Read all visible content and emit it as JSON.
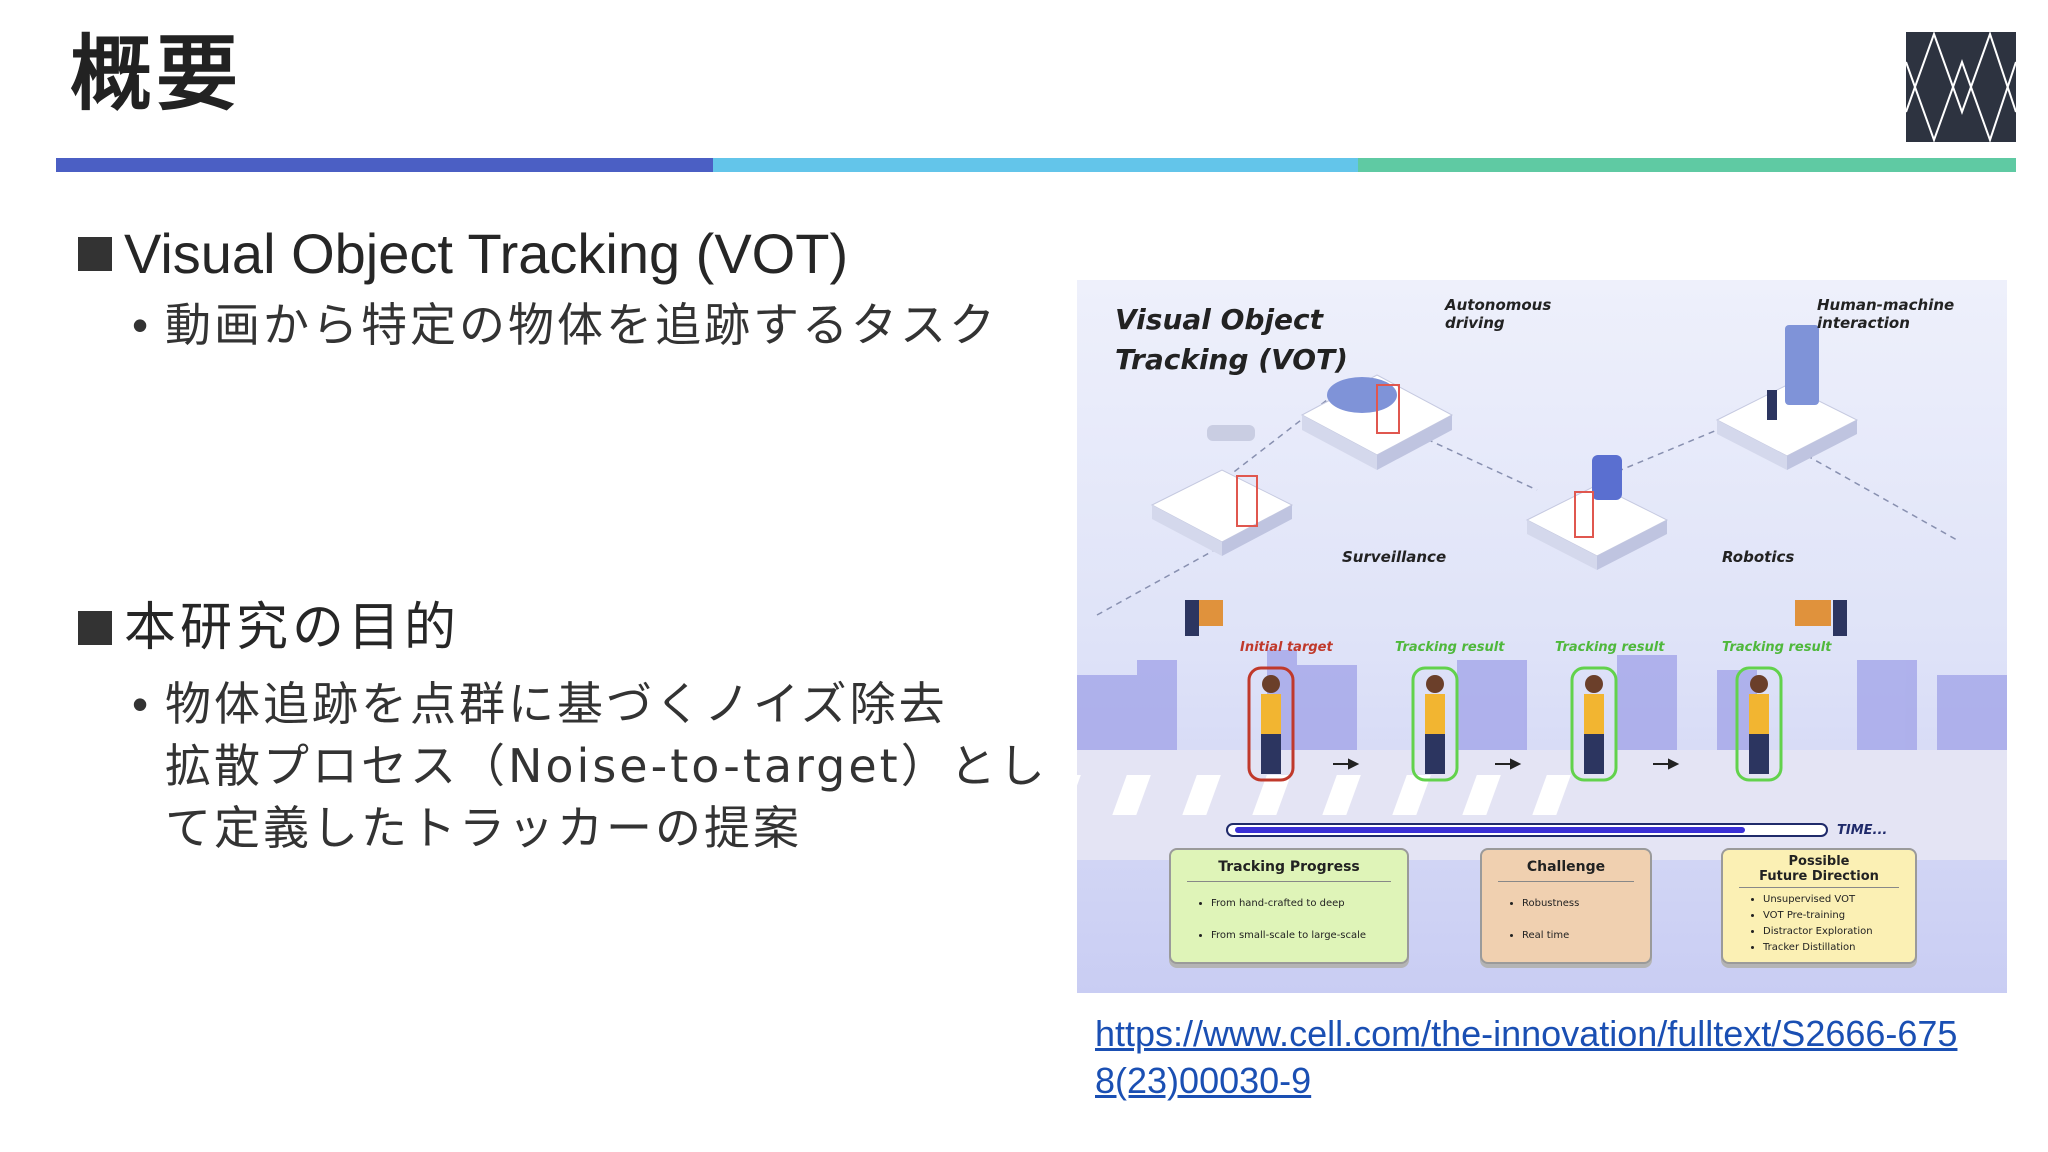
{
  "title": "概要",
  "sections": [
    {
      "heading": "Visual Object Tracking (VOT)",
      "bullets": [
        "動画から特定の物体を追跡するタスク"
      ]
    },
    {
      "heading": "本研究の目的",
      "bullets": [
        "物体追跡を点群に基づくノイズ除去\n拡散プロセス（Noise-to-target）とし\nて定義したトラッカーの提案"
      ]
    }
  ],
  "figure": {
    "title": "Visual Object\nTracking (VOT)",
    "apps": [
      "Autonomous\ndriving",
      "Human-machine\ninteraction",
      "Surveillance",
      "Robotics"
    ],
    "labels": {
      "initial": "Initial target",
      "result": "Tracking result",
      "time": "TIME..."
    },
    "cards": [
      {
        "title": "Tracking Progress",
        "items": [
          "From hand-crafted  to deep",
          "From small-scale to large-scale"
        ]
      },
      {
        "title": "Challenge",
        "items": [
          "Robustness",
          "Real time"
        ]
      },
      {
        "title": "Possible\nFuture Direction",
        "items": [
          "Unsupervised  VOT",
          "VOT  Pre-training",
          "Distractor Exploration",
          "Tracker  Distillation"
        ]
      }
    ]
  },
  "link": "https://www.cell.com/the-innovation/fulltext/S2666-6758(23)00030-9",
  "colors": {
    "band1": "#4b5fc4",
    "band2": "#63c5ea",
    "band3": "#5fcaa3",
    "logo": "#2d3340",
    "link": "#1a4fb3"
  }
}
